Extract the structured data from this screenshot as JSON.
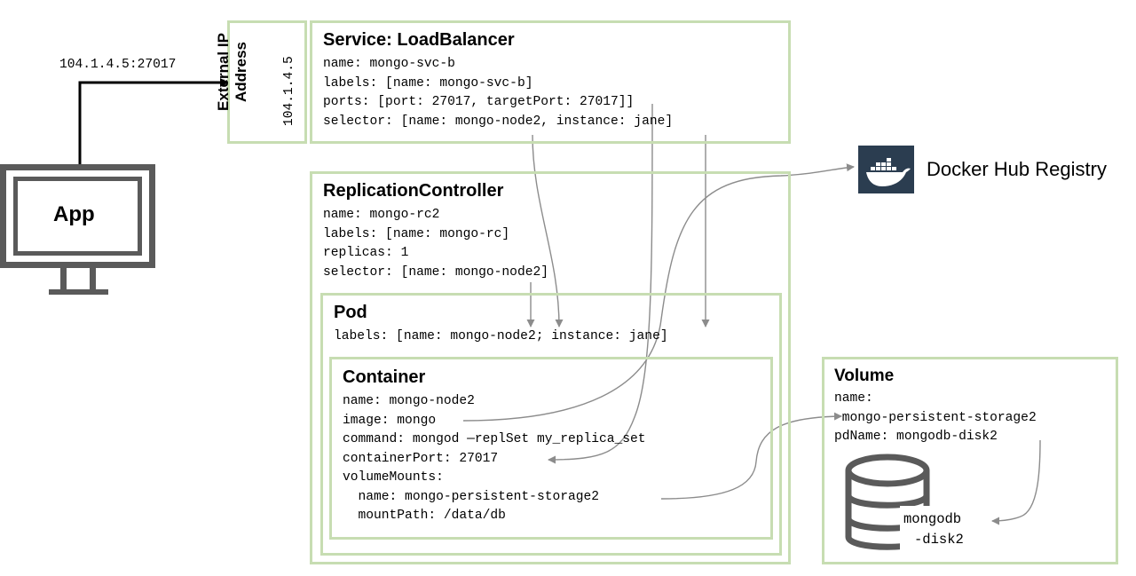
{
  "app": {
    "label": "App"
  },
  "client": {
    "ip_port": "104.1.4.5:27017"
  },
  "external_ip": {
    "label_line1": "External IP",
    "label_line2": "Address",
    "value": "104.1.4.5"
  },
  "service": {
    "title": "Service: LoadBalancer",
    "lines": [
      "name: mongo-svc-b",
      "labels: [name: mongo-svc-b]",
      "ports: [port: 27017, targetPort: 27017]]",
      "selector: [name: mongo-node2, instance: jane]"
    ]
  },
  "docker": {
    "label": "Docker Hub Registry",
    "icon": "docker-whale-icon",
    "color": "#2b3d50"
  },
  "rc": {
    "title": "ReplicationController",
    "lines": [
      "name: mongo-rc2",
      "labels: [name: mongo-rc]",
      "replicas: 1",
      "selector: [name: mongo-node2]"
    ]
  },
  "pod": {
    "title": "Pod",
    "lines": [
      "labels: [name: mongo-node2; instance: jane]"
    ]
  },
  "container": {
    "title": "Container",
    "lines": [
      "name: mongo-node2",
      "image: mongo",
      "command: mongod —replSet my_replica_set",
      "containerPort: 27017",
      "volumeMounts:",
      "  name: mongo-persistent-storage2",
      "  mountPath: /data/db"
    ]
  },
  "volume": {
    "title": "Volume",
    "lines": [
      "name:",
      " mongo-persistent-storage2",
      "pdName: mongodb-disk2"
    ],
    "disk_line1": "mongodb",
    "disk_line2": "-disk2",
    "disk_icon": "database-icon"
  },
  "colors": {
    "box_border": "#c7ddb2",
    "arrow": "#8c8c8c",
    "dark_icon": "#5a5a5a"
  }
}
